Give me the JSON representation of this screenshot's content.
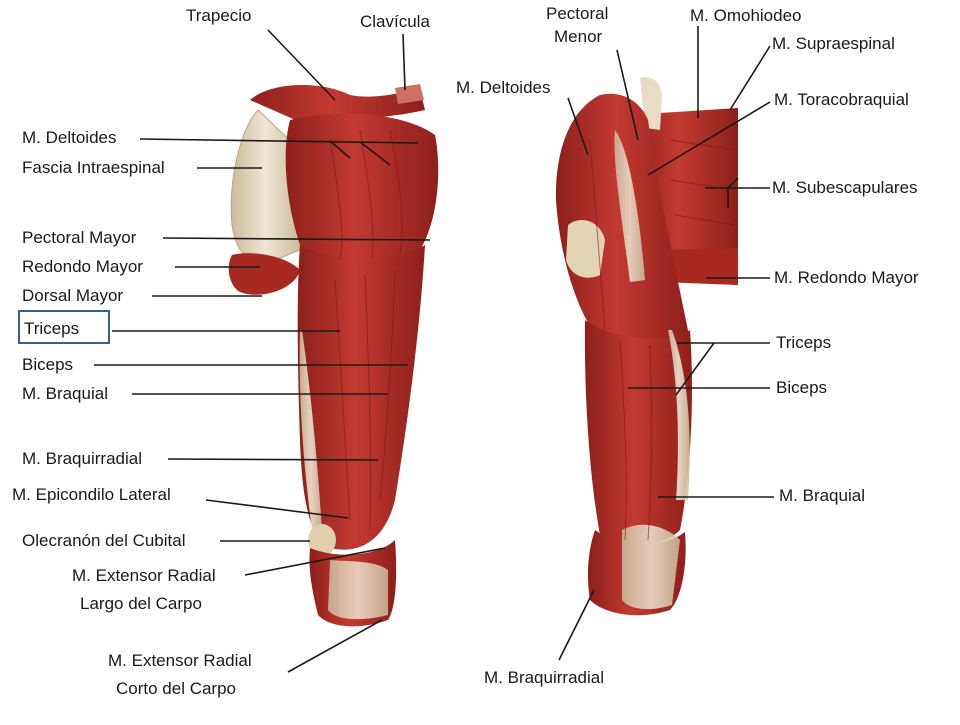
{
  "colors": {
    "muscle": "#b5302a",
    "muscle_dark": "#8e1f1b",
    "muscle_light": "#d45a4e",
    "tendon": "#e7dcc6",
    "tendon_shade": "#cbbb9c",
    "line": "#1a1a1a",
    "highlight_box": "#3b5f8f"
  },
  "left_view": {
    "labels": [
      {
        "text": "Trapecio"
      },
      {
        "text": "Clavícula"
      },
      {
        "text": "M. Deltoides"
      },
      {
        "text": "Fascia Intraespinal"
      },
      {
        "text": "Pectoral Mayor"
      },
      {
        "text": "Redondo Mayor"
      },
      {
        "text": "Dorsal Mayor"
      },
      {
        "text": "Triceps"
      },
      {
        "text": "Biceps"
      },
      {
        "text": "M. Braquial"
      },
      {
        "text": "M. Braquirradial"
      },
      {
        "text": "M. Epicondilo Lateral"
      },
      {
        "text": "Olecranón del Cubital"
      },
      {
        "text": "M. Extensor Radial"
      },
      {
        "text": "Largo del Carpo"
      },
      {
        "text": "M. Extensor Radial"
      },
      {
        "text": "Corto del Carpo"
      }
    ]
  },
  "right_view": {
    "labels": [
      {
        "text": "Pectoral"
      },
      {
        "text": "Menor"
      },
      {
        "text": "M. Omohiodeo"
      },
      {
        "text": "M. Supraespinal"
      },
      {
        "text": "M. Deltoides"
      },
      {
        "text": "M. Toracobraquial"
      },
      {
        "text": "M. Subescapulares"
      },
      {
        "text": "M. Redondo Mayor"
      },
      {
        "text": "Triceps"
      },
      {
        "text": "Biceps"
      },
      {
        "text": "M. Braquial"
      },
      {
        "text": "M. Braquirradial"
      }
    ]
  }
}
